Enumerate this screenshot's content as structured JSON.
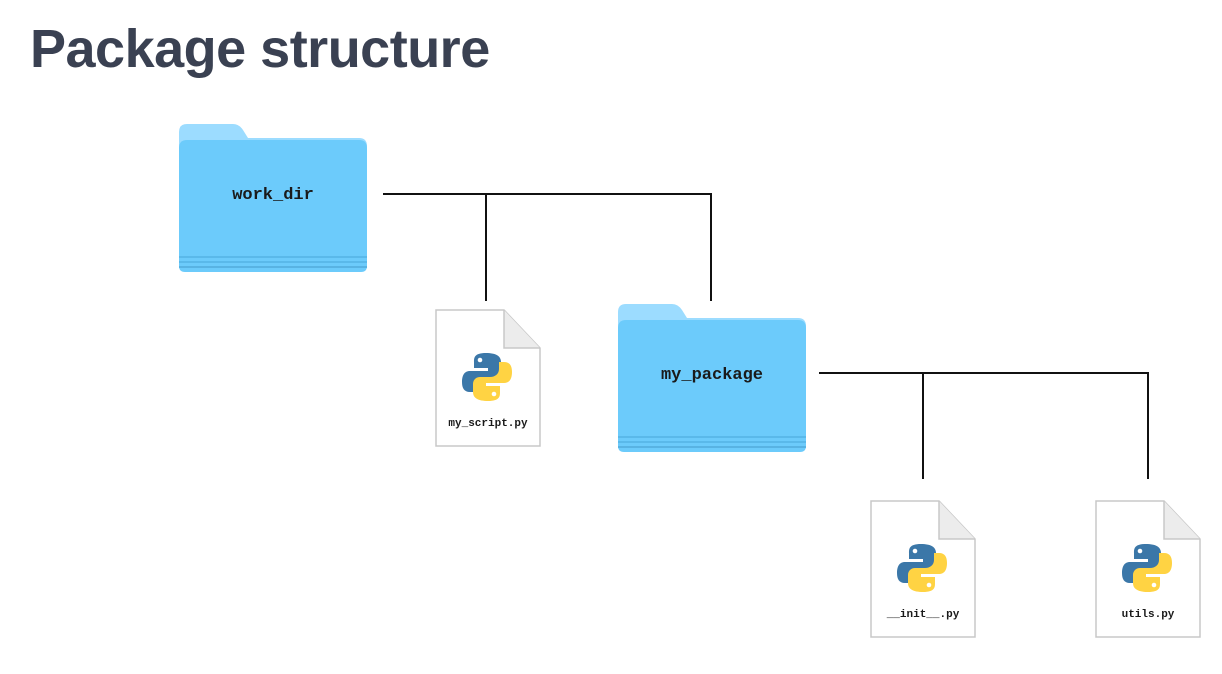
{
  "title": "Package structure",
  "tree": {
    "root_folder": {
      "name": "work_dir",
      "icon": "folder-icon",
      "color": "#6ccbfb"
    },
    "script_file": {
      "name": "my_script.py",
      "icon": "python-file-icon"
    },
    "package_folder": {
      "name": "my_package",
      "icon": "folder-icon",
      "color": "#6ccbfb"
    },
    "init_file": {
      "name": "__init__.py",
      "icon": "python-file-icon"
    },
    "utils_file": {
      "name": "utils.py",
      "icon": "python-file-icon"
    }
  },
  "colors": {
    "title": "#3a4152",
    "connector": "#111111",
    "python_blue": "#3b77a8",
    "python_yellow": "#ffd343"
  }
}
